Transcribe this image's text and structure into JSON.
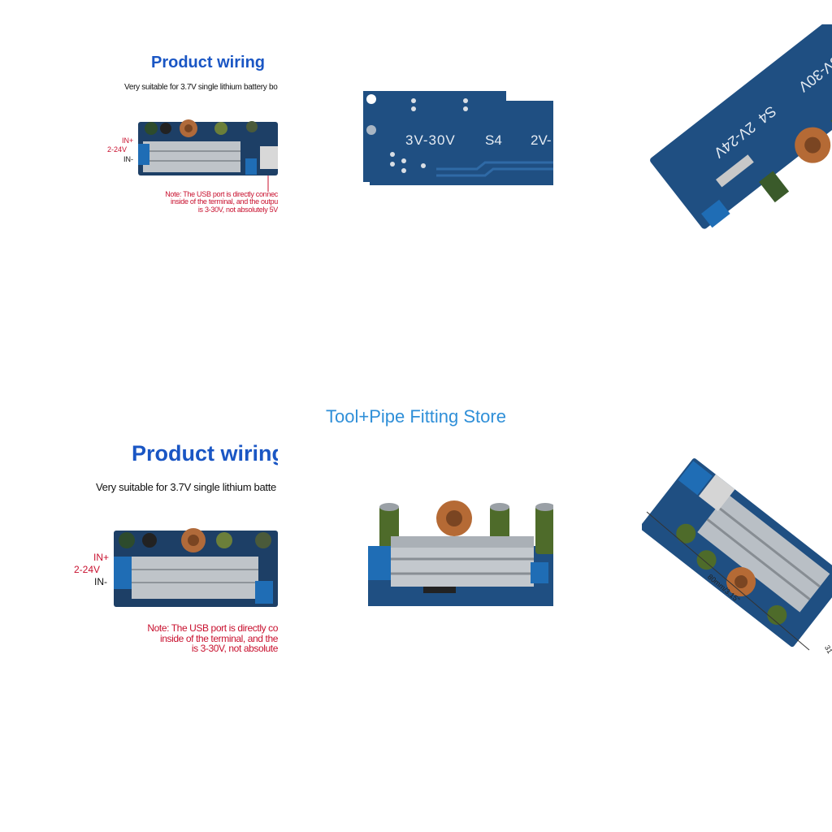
{
  "store": {
    "name": "Tool+Pipe Fitting Store"
  },
  "wiring_small": {
    "title": "Product wiring",
    "subtitle": "Very suitable for 3.7V single lithium battery bo",
    "pin_in_plus": "IN+",
    "pin_voltage": "2-24V",
    "pin_in_minus": "IN-",
    "note_lines": [
      "Note: The USB port is directly connec",
      "inside of the terminal, and the outpu",
      "is 3-30V, not absolutely 5V"
    ]
  },
  "wiring_large": {
    "title": "Product wiring",
    "subtitle": "Very suitable for 3.7V single lithium batte",
    "pin_in_plus": "IN+",
    "pin_voltage": "2-24V",
    "pin_in_minus": "IN-",
    "note_lines": [
      "Note: The USB port is directly co",
      "inside of the terminal, and the",
      "is 3-30V, not absolute"
    ]
  },
  "pcb_back_closeup": {
    "labels": [
      "3V-30V",
      "S4",
      "2V-"
    ]
  },
  "pcb_back_angled": {
    "labels": [
      "3V-30V",
      "S4",
      "2V-24V"
    ]
  },
  "pcb_dimension": {
    "label": "80mm/3.15\"",
    "label2": "31"
  },
  "colors": {
    "title_blue": "#1a56c4",
    "note_red": "#c8102e",
    "store_blue": "#2f8fd8",
    "pcb_blue": "#1f4f82"
  }
}
